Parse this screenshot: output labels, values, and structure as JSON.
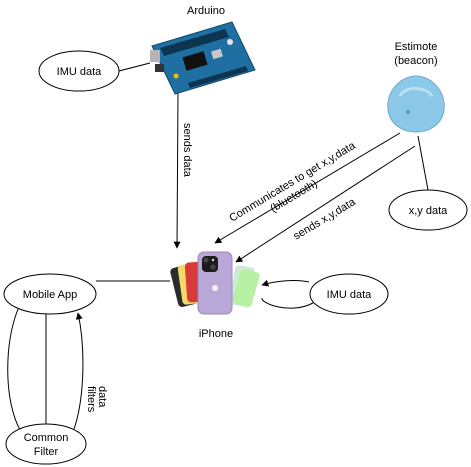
{
  "diagram": {
    "nodes": {
      "arduino": {
        "label": "Arduino",
        "icon": "arduino-board-icon"
      },
      "imu_data_left": {
        "label": "IMU data"
      },
      "estimote": {
        "label_line1": "Estimote",
        "label_line2": "(beacon)",
        "icon": "estimote-beacon-icon"
      },
      "xy_data": {
        "label": "x,y data"
      },
      "iphone": {
        "label": "iPhone",
        "icon": "iphone-icon"
      },
      "imu_data_right": {
        "label": "IMU data"
      },
      "mobile_app": {
        "label": "Mobile App"
      },
      "common_filter": {
        "label_line1": "Common",
        "label_line2": "Filter"
      }
    },
    "edges": {
      "arduino_to_iphone": {
        "label": "sends data"
      },
      "estimote_communicates": {
        "label_line1": "Communicates to get x,y,data",
        "label_line2": "(bluetooth)"
      },
      "estimote_sends": {
        "label": "sends x,y,data"
      },
      "filter_to_app": {
        "label_line1": "filters",
        "label_line2": "data"
      }
    },
    "colors": {
      "line": "#000000",
      "arduino_board": "#1f6fa3",
      "beacon": "#8cc9e8",
      "iphone_body": "#b9a7d8"
    }
  }
}
